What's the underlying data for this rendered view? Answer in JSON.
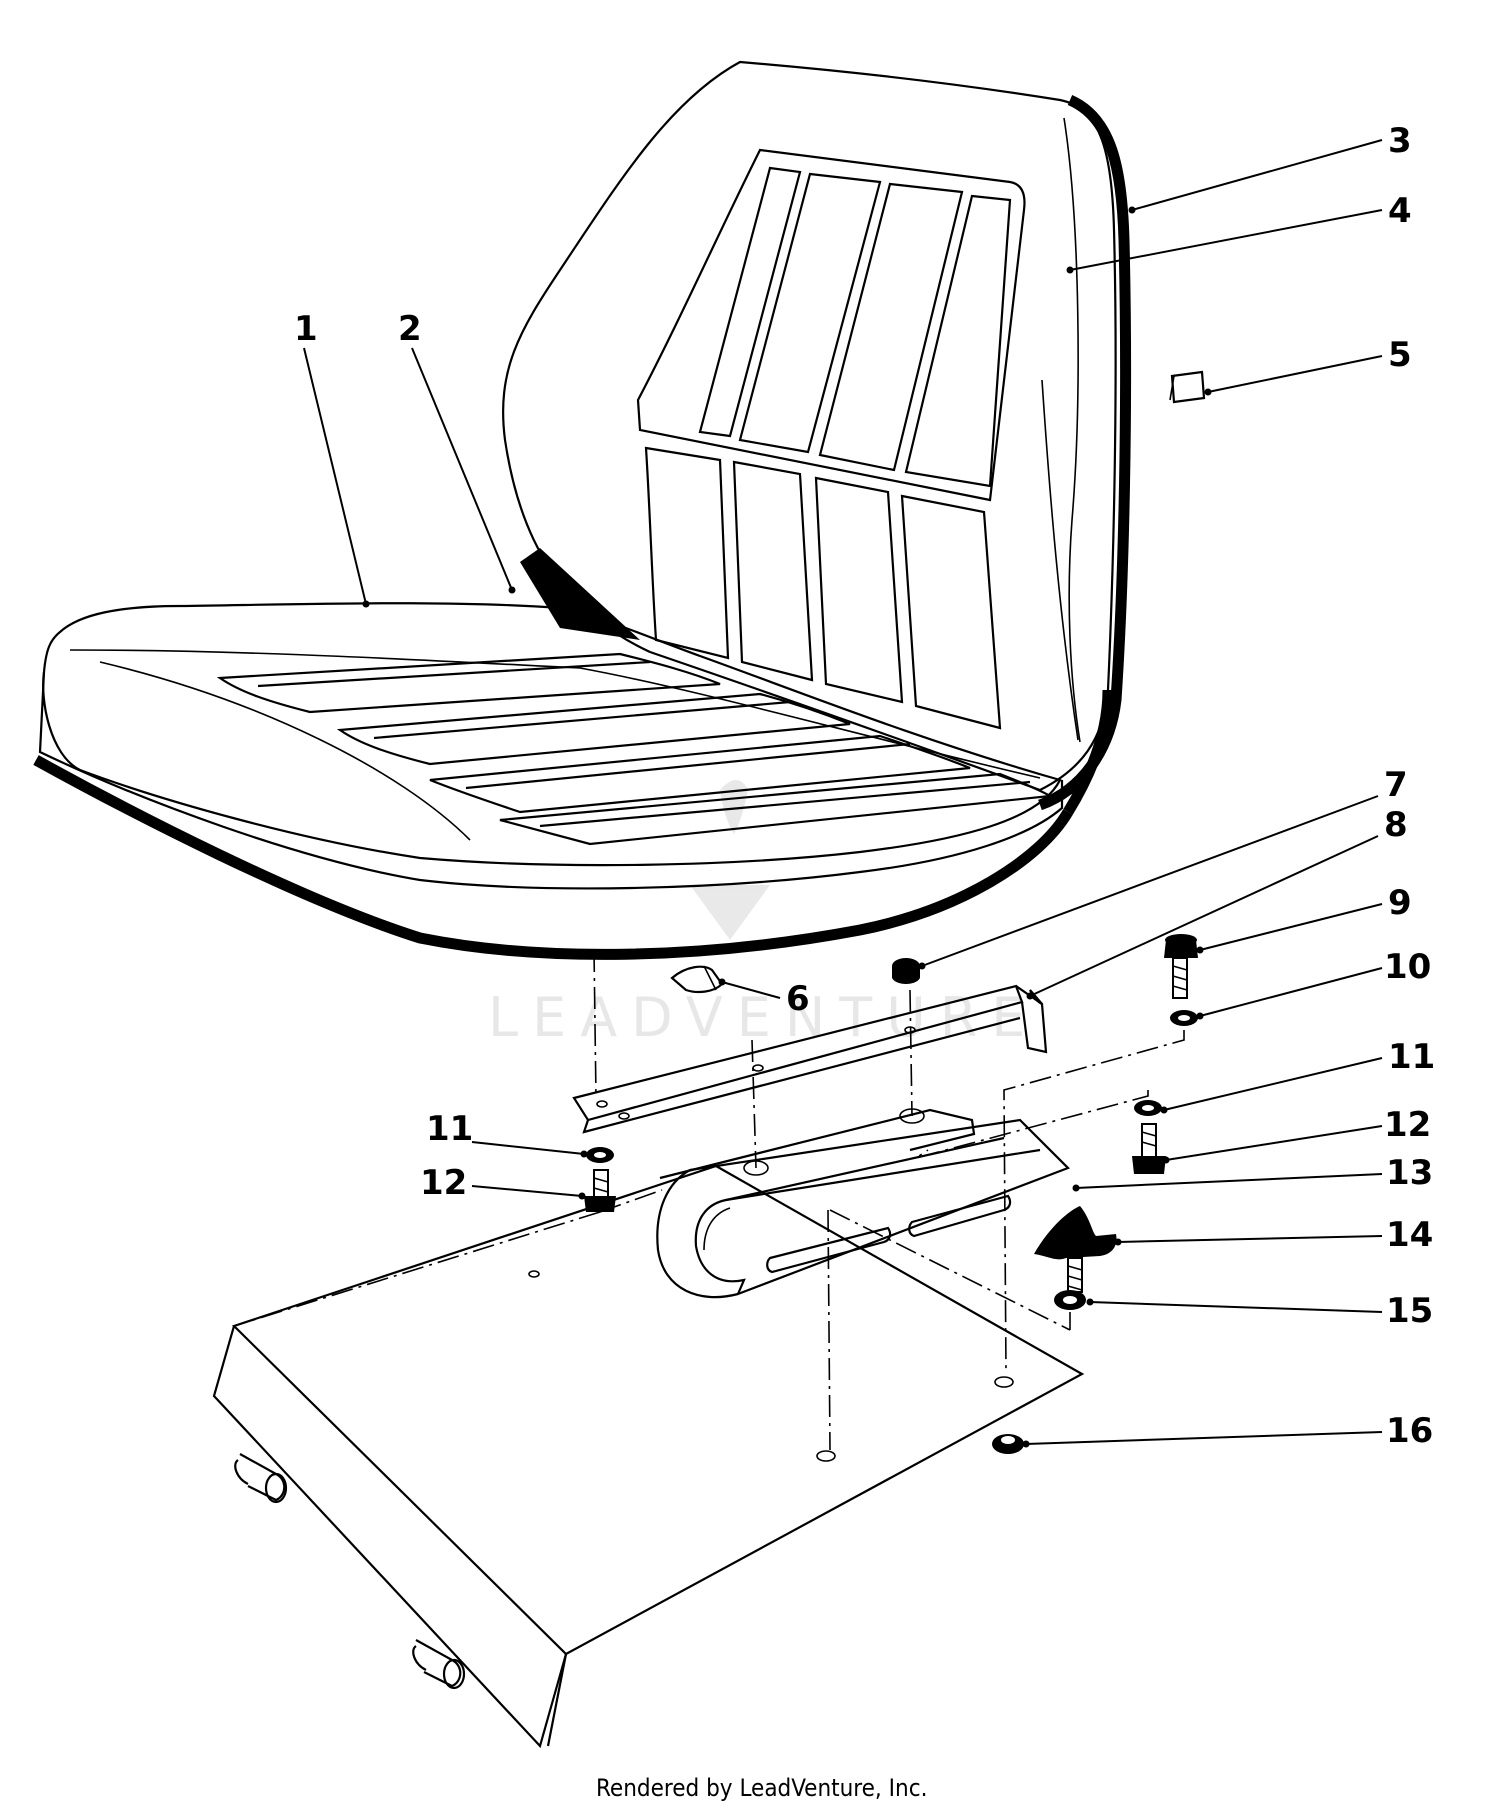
{
  "diagram": {
    "callouts": {
      "c1": "1",
      "c2": "2",
      "c3": "3",
      "c4": "4",
      "c5": "5",
      "c6": "6",
      "c7": "7",
      "c8": "8",
      "c9": "9",
      "c10": "10",
      "c11a": "11",
      "c12a": "12",
      "c11b": "11",
      "c12b": "12",
      "c13": "13",
      "c14": "14",
      "c15": "15",
      "c16": "16"
    },
    "watermark": "LEADVENTURE",
    "footer": "Rendered by LeadVenture, Inc."
  }
}
